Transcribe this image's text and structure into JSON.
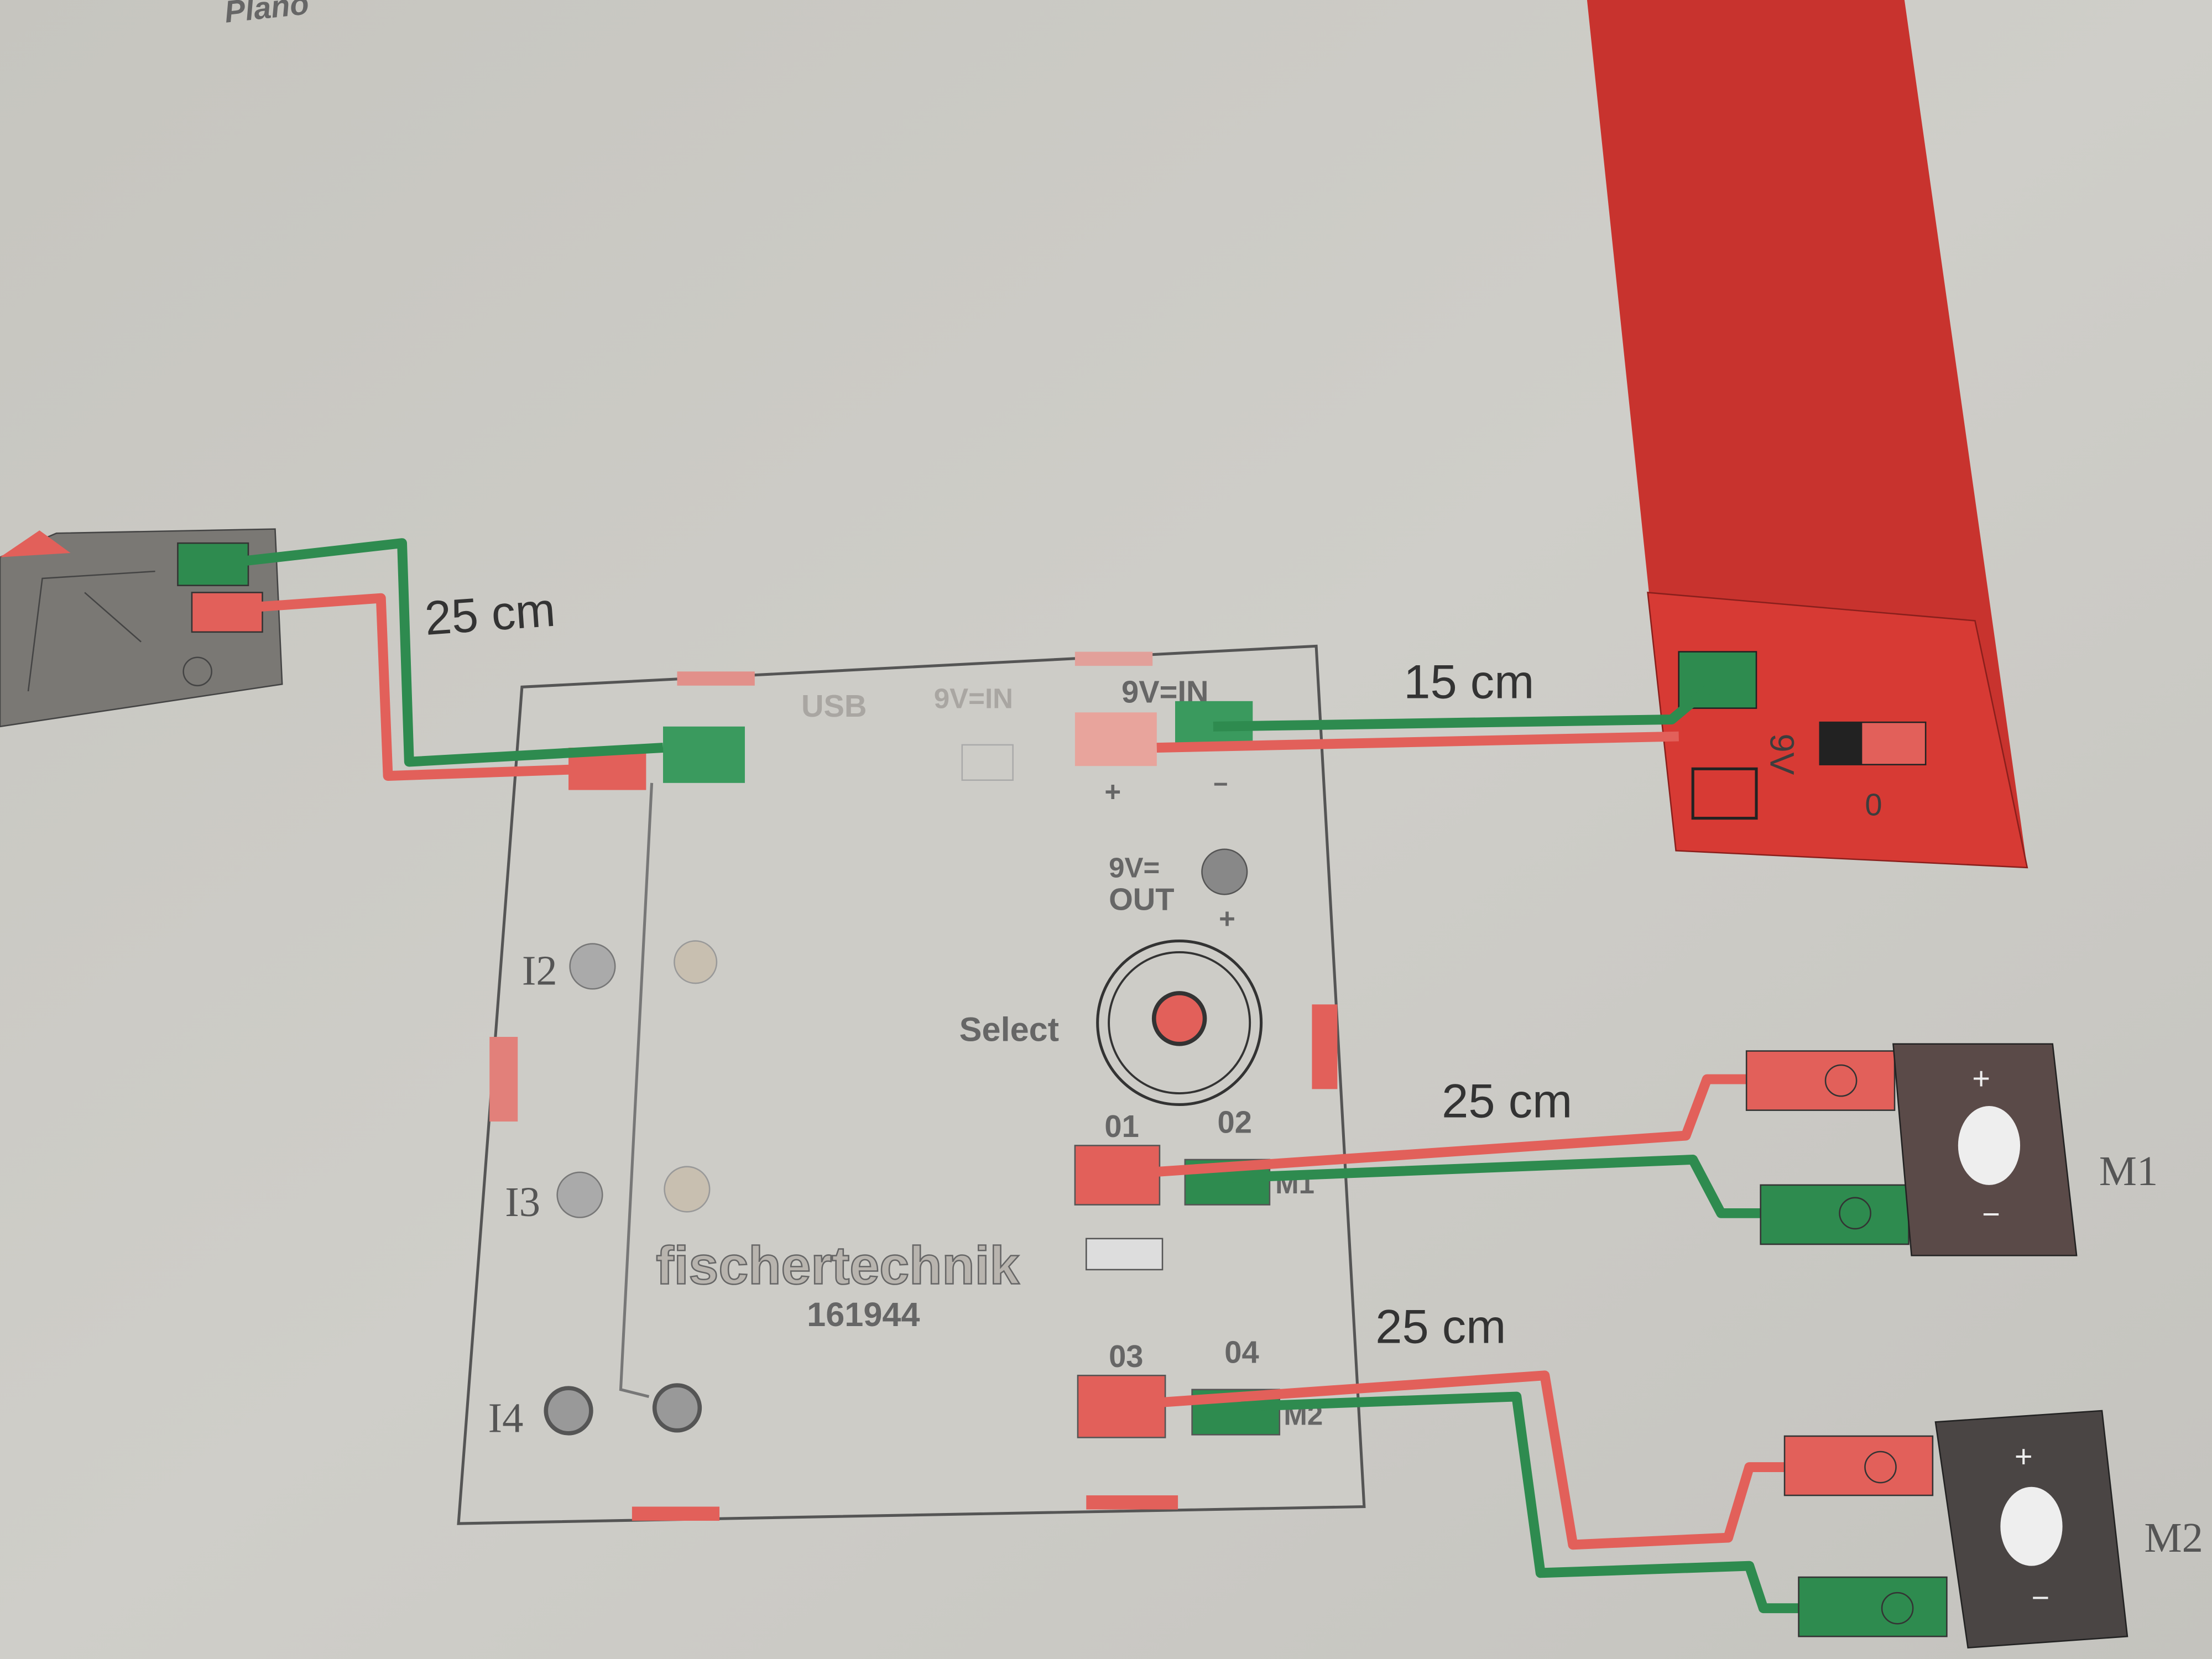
{
  "header": {
    "title_fragment": "Plano"
  },
  "colors": {
    "red": "#e2605a",
    "green": "#2e8b4f",
    "battery": "#c8332e",
    "paper": "#c9c8c2"
  },
  "cables": {
    "switch_to_input": "25 cm",
    "power_to_battery": "15 cm",
    "m1_cable": "25 cm",
    "m2_cable": "25 cm"
  },
  "controller": {
    "usb": "USB",
    "dc_in": "9V=IN",
    "power_in": "9V=IN",
    "plus": "+",
    "minus": "−",
    "out_line1": "9V=",
    "out_line2": "OUT",
    "out_plus": "+",
    "select": "Select",
    "inputs": [
      "I2",
      "I3",
      "I4"
    ],
    "outputs": [
      "01",
      "02",
      "03",
      "04"
    ],
    "motor_labels": [
      "M1",
      "M2"
    ],
    "brand": "fischertechnik",
    "part_number": "161944"
  },
  "battery": {
    "voltage": "9V",
    "switch_label": "0"
  },
  "motors": [
    {
      "name": "M1",
      "plus": "+",
      "minus": "−"
    },
    {
      "name": "M2",
      "plus": "+",
      "minus": "−"
    }
  ]
}
